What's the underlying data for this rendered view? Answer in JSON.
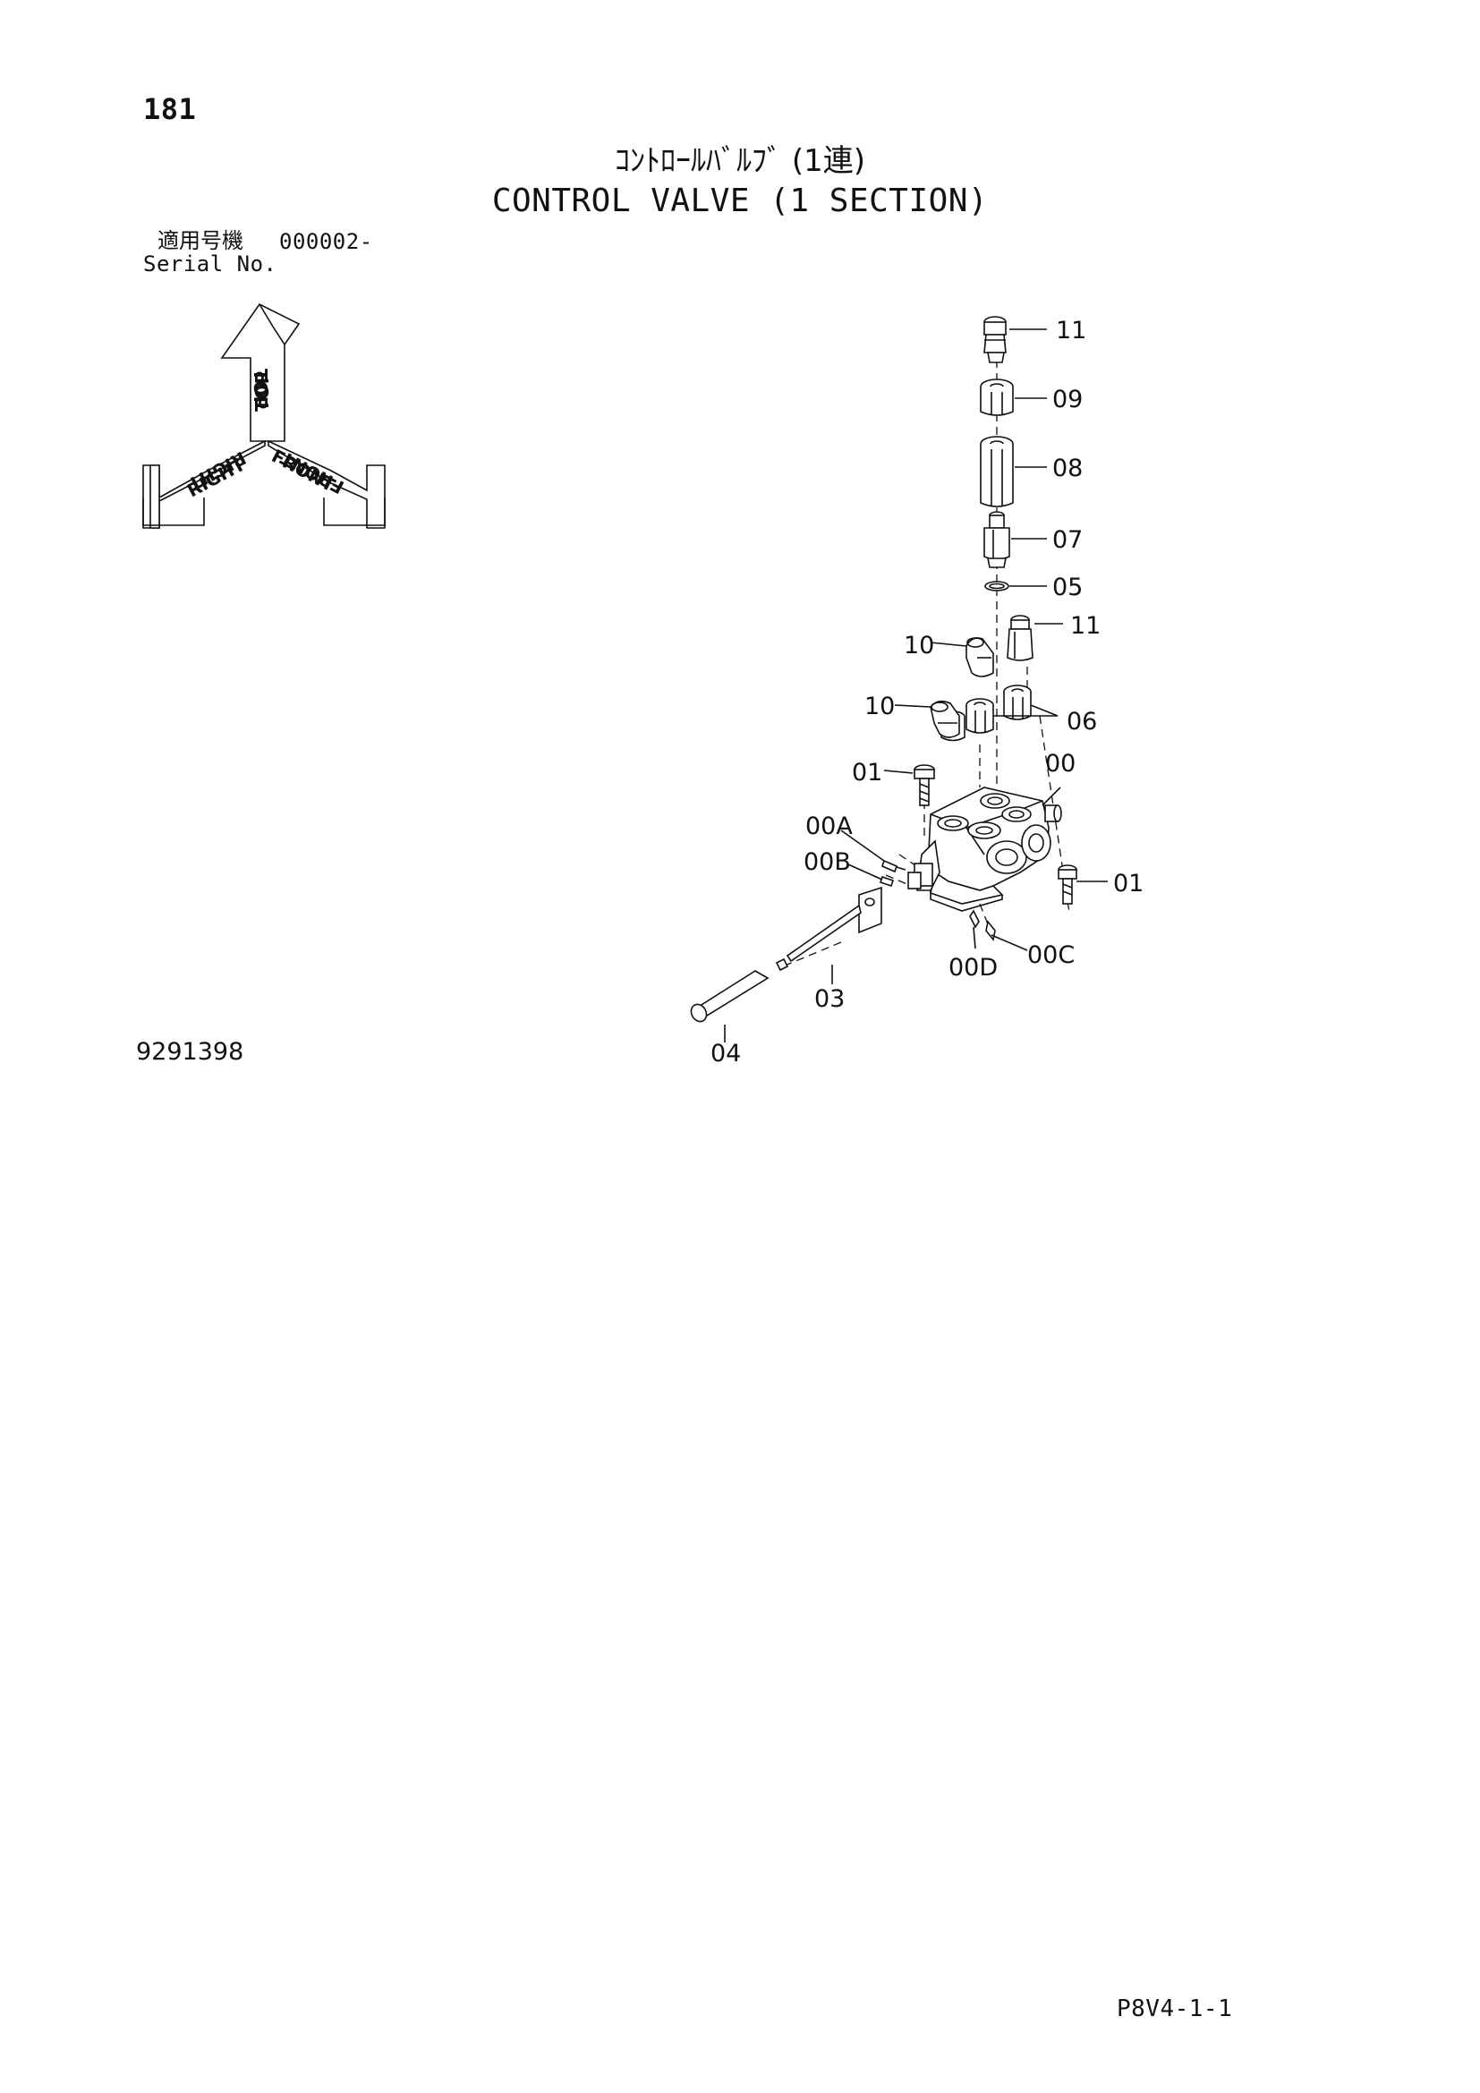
{
  "header": {
    "page_number": "181",
    "title_jp": "ｺﾝﾄﾛｰﾙﾊﾞﾙﾌﾞ (1連)",
    "title_en": "CONTROL VALVE (1 SECTION)",
    "serial_label_jp": "適用号機",
    "serial_label_en": "Serial No.",
    "serial_value": "000002-"
  },
  "orientation": {
    "top": "TOP",
    "right": "RIGHT",
    "front": "FRONT"
  },
  "callouts": {
    "c11_top": "11",
    "c09": "09",
    "c08": "08",
    "c07": "07",
    "c05": "05",
    "c11_mid": "11",
    "c10_upper": "10",
    "c10_lower": "10",
    "c06": "06",
    "c01_left": "01",
    "c00": "00",
    "c00A": "00A",
    "c00B": "00B",
    "c01_right": "01",
    "c00D": "00D",
    "c00C": "00C",
    "c03": "03",
    "c04": "04"
  },
  "footer": {
    "drawing_number": "9291398",
    "page_code": "P8V4-1-1"
  }
}
